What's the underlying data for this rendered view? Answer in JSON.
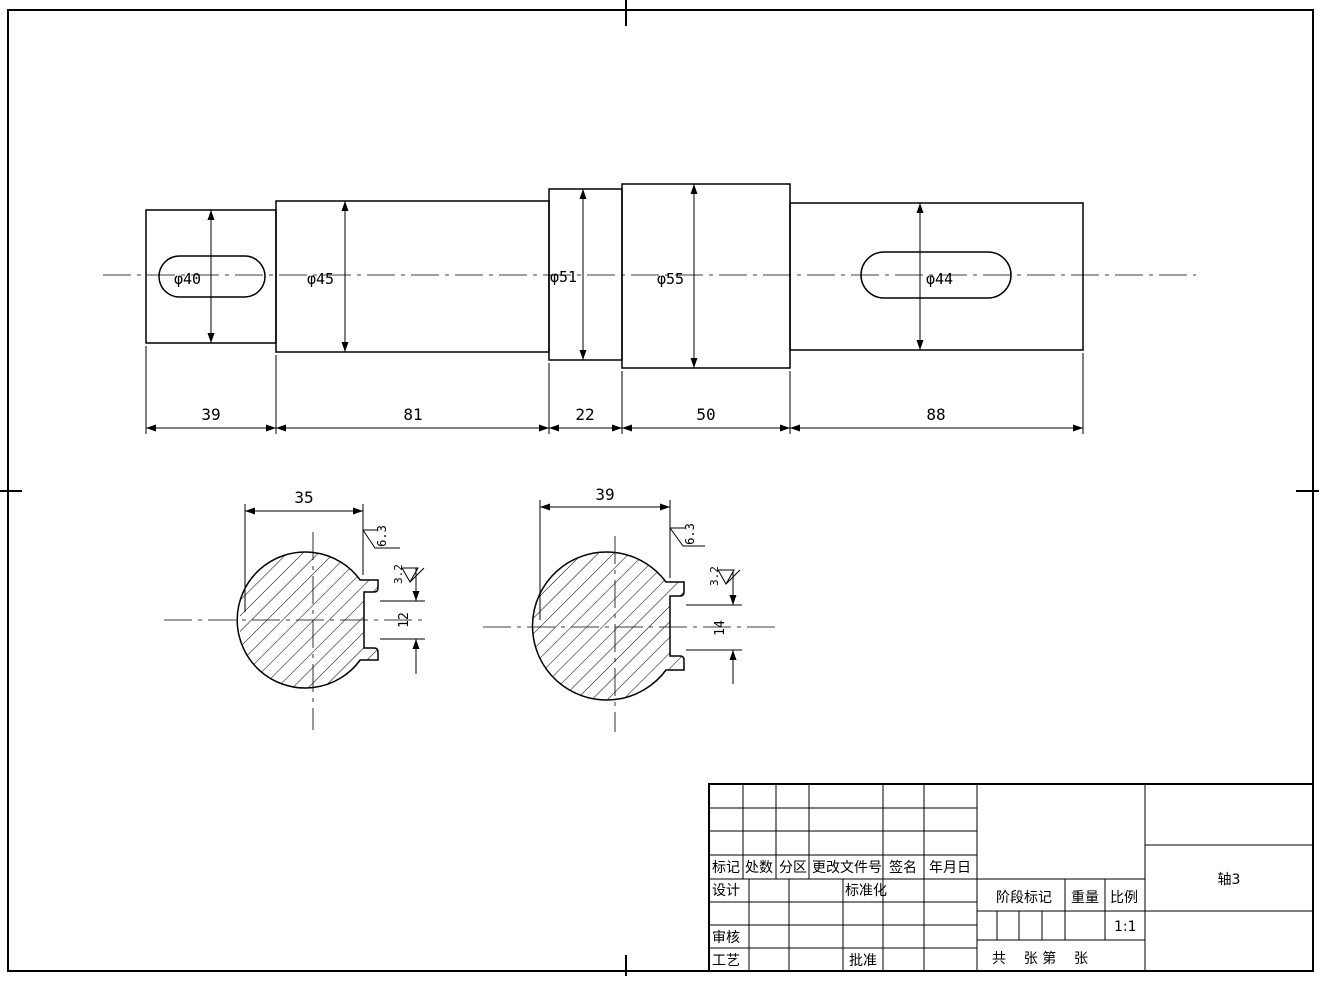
{
  "shaft": {
    "diameters": [
      "φ40",
      "φ45",
      "φ51",
      "φ55",
      "φ44"
    ],
    "lengths": [
      "39",
      "81",
      "22",
      "50",
      "88"
    ]
  },
  "section_left": {
    "width_dim": "35",
    "keyway_dim": "12",
    "roughness_flank": "6.3",
    "roughness_key": "3.2"
  },
  "section_right": {
    "width_dim": "39",
    "keyway_dim": "14",
    "roughness_flank": "6.3",
    "roughness_key": "3.2"
  },
  "title_block": {
    "headers": [
      "标记",
      "处数",
      "分区",
      "更改文件号",
      "签名",
      "年月日"
    ],
    "design": "设计",
    "standardization": "标准化",
    "review": "审核",
    "process": "工艺",
    "approve": "批准",
    "stage_mark": "阶段标记",
    "weight": "重量",
    "scale_label": "比例",
    "scale_value": "1:1",
    "sheets": "共    张 第    张",
    "part_name": "轴3"
  }
}
